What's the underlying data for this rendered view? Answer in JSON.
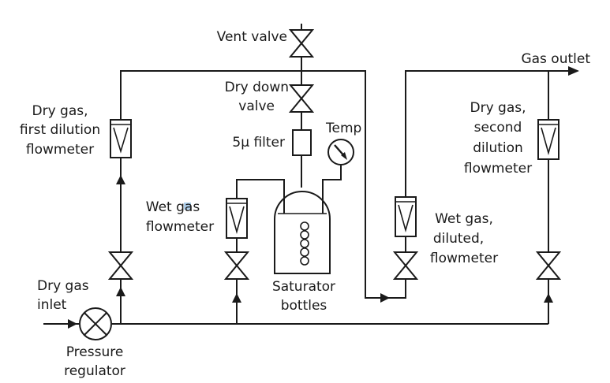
{
  "labels": {
    "vent_valve": "Vent valve",
    "gas_outlet": "Gas outlet",
    "dry_down_valve": [
      "Dry down",
      "valve"
    ],
    "filter": "5μ filter",
    "temp": "Temp",
    "first_dilution": [
      "Dry gas,",
      "first dilution",
      "flowmeter"
    ],
    "second_dilution": [
      "Dry gas,",
      "second",
      "dilution",
      "flowmeter"
    ],
    "wet_gas": [
      "Wet gas",
      "flowmeter"
    ],
    "wet_gas_diluted": [
      "Wet gas,",
      "diluted,",
      "flowmeter"
    ],
    "saturator": [
      "Saturator",
      "bottles"
    ],
    "dry_gas_inlet": [
      "Dry gas",
      "inlet"
    ],
    "pressure_regulator": [
      "Pressure",
      "regulator"
    ]
  }
}
